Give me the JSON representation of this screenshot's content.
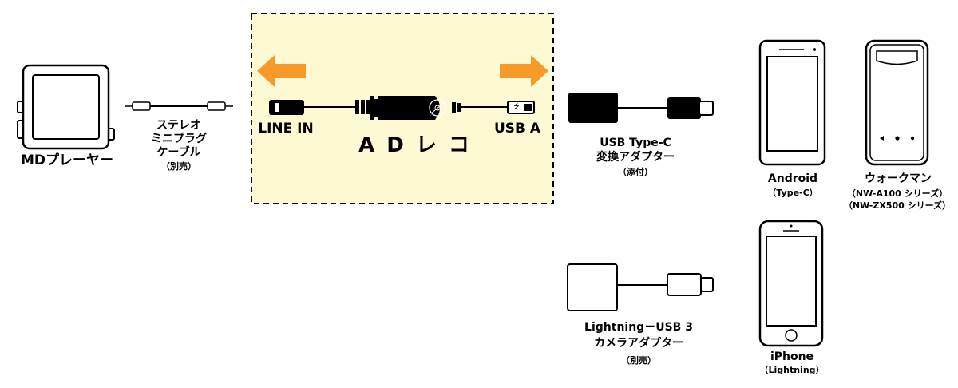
{
  "md_player": {
    "label": "MDプレーヤー"
  },
  "stereo_cable": {
    "line1": "ステレオ",
    "line2": "ミニプラグ",
    "line3": "ケーブル",
    "note": "（別売）"
  },
  "adreco": {
    "line_in_label": "LINE IN",
    "usb_a_label": "USB A",
    "logo_text": "A D レ コ",
    "usb_symbol": "⭍"
  },
  "type_c_adapter": {
    "line1": "USB Type-C",
    "line2": "変換アダプター",
    "note": "（添付）"
  },
  "lightning_adapter": {
    "line1": "Lightning－USB 3",
    "line2": "カメラアダプター",
    "note": "（別売）"
  },
  "android": {
    "label": "Android",
    "note": "（Type-C）"
  },
  "walkman": {
    "label": "ウォークマン",
    "model1": "（NW-A100 シリーズ）",
    "model2": "（NW-ZX500 シリーズ）"
  },
  "iphone": {
    "label": "iPhone",
    "note": "（Lightning）"
  },
  "colors": {
    "highlight_bg": "#fdf9d2",
    "arrow": "#f79a2a",
    "outline": "#000000"
  }
}
